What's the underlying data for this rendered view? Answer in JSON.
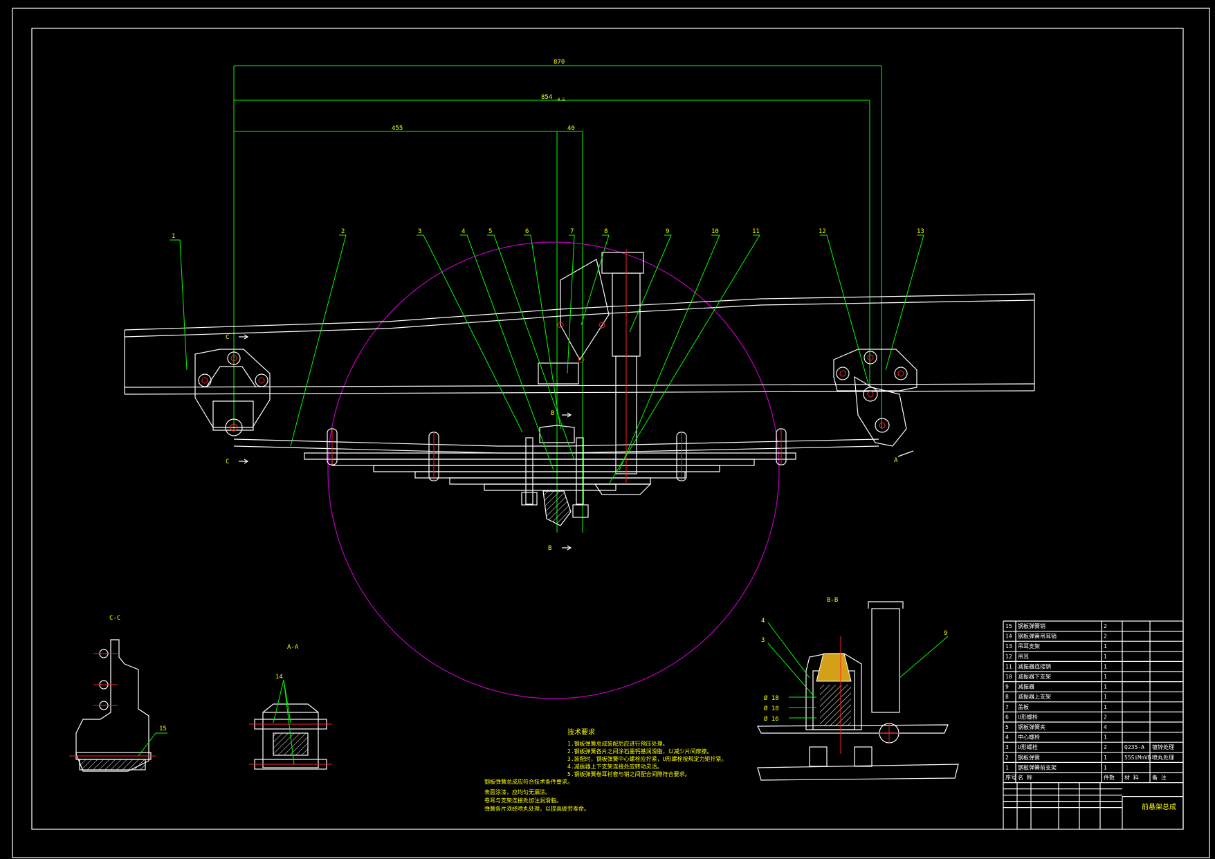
{
  "drawing": {
    "dimensions": {
      "overall": "870",
      "eye_to_eye": "854",
      "eye_to_eye_tol": "-0.5",
      "front_half": "455",
      "center_width": "40"
    },
    "leader_labels": [
      "1",
      "2",
      "3",
      "4",
      "5",
      "6",
      "7",
      "8",
      "9",
      "10",
      "11",
      "12",
      "13"
    ],
    "section_marks": {
      "c_top": "C",
      "c_bottom": "C",
      "b_top": "B",
      "b_bottom": "B",
      "a_right": "A"
    },
    "views": {
      "c_c": "C-C",
      "a_a": "A-A",
      "b_b": "B-B",
      "label_15": "15",
      "label_14": "14",
      "bb_label_4": "4",
      "bb_label_3": "3",
      "bb_label_9": "9",
      "bb_dia_1": "Ø 18",
      "bb_dia_2": "Ø 18",
      "bb_dia_3": "Ø 16"
    },
    "tech_title": "技术要求",
    "tech_notes": [
      "1.钢板弹簧总成装配后应进行预压处理。",
      "2.钢板弹簧各片之间涂石墨钙基润滑脂，以减少片间摩擦。",
      "3.装配时，钢板弹簧中心螺栓应拧紧，U形螺栓按规定力矩拧紧。",
      "4.减振器上下支架连接处应转动灵活。",
      "5.钢板弹簧卷耳衬套与销之间配合间隙符合要求。",
      "钢板弹簧总成应符合技术条件要求。",
      "表面涂漆，应均匀无漏涂。",
      "卷耳与支架连接处加注润滑脂。",
      "弹簧各片须经喷丸处理，以提高疲劳寿命。"
    ]
  },
  "bom": {
    "rows": [
      {
        "no": "15",
        "name": "钢板弹簧销",
        "qty": "2",
        "mat": "",
        "note": ""
      },
      {
        "no": "14",
        "name": "钢板弹簧吊耳销",
        "qty": "2",
        "mat": "",
        "note": ""
      },
      {
        "no": "13",
        "name": "吊耳支架",
        "qty": "1",
        "mat": "",
        "note": ""
      },
      {
        "no": "12",
        "name": "吊耳",
        "qty": "1",
        "mat": "",
        "note": ""
      },
      {
        "no": "11",
        "name": "减振器连接销",
        "qty": "1",
        "mat": "",
        "note": ""
      },
      {
        "no": "10",
        "name": "减振器下支架",
        "qty": "1",
        "mat": "",
        "note": ""
      },
      {
        "no": "9",
        "name": "减振器",
        "qty": "1",
        "mat": "",
        "note": ""
      },
      {
        "no": "8",
        "name": "减振器上支架",
        "qty": "1",
        "mat": "",
        "note": ""
      },
      {
        "no": "7",
        "name": "盖板",
        "qty": "1",
        "mat": "",
        "note": ""
      },
      {
        "no": "6",
        "name": "U形螺栓",
        "qty": "2",
        "mat": "",
        "note": ""
      },
      {
        "no": "5",
        "name": "钢板弹簧夹",
        "qty": "4",
        "mat": "",
        "note": ""
      },
      {
        "no": "4",
        "name": "中心螺栓",
        "qty": "1",
        "mat": "",
        "note": ""
      },
      {
        "no": "3",
        "name": "U形螺栓",
        "qty": "2",
        "mat": "Q235-A",
        "note": "镀锌处理"
      },
      {
        "no": "2",
        "name": "钢板弹簧",
        "qty": "1",
        "mat": "55SiMnVB",
        "note": "喷丸处理"
      },
      {
        "no": "1",
        "name": "钢板弹簧前支架",
        "qty": "1",
        "mat": "",
        "note": ""
      }
    ],
    "header": {
      "no": "序号",
      "name": "名 称",
      "qty": "件数",
      "mat": "材 料",
      "note": "备 注"
    },
    "title": "前悬架总成"
  }
}
